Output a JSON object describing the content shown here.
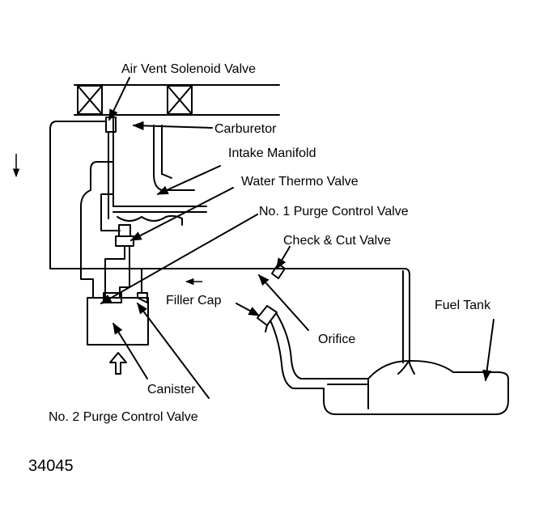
{
  "labels": {
    "air_vent_solenoid_valve": "Air Vent Solenoid Valve",
    "carburetor": "Carburetor",
    "intake_manifold": "Intake Manifold",
    "water_thermo_valve": "Water Thermo Valve",
    "no1_purge_control_valve": "No. 1 Purge Control Valve",
    "check_cut_valve": "Check & Cut Valve",
    "filler_cap": "Filler Cap",
    "fuel_tank": "Fuel Tank",
    "orifice": "Orifice",
    "canister": "Canister",
    "no2_purge_control_valve": "No. 2 Purge Control Valve"
  },
  "figure_number": "34045"
}
